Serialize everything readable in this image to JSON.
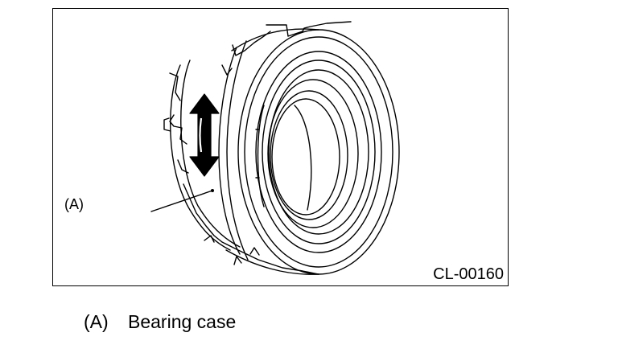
{
  "figure": {
    "code": "CL-00160",
    "callout": {
      "key": "(A)"
    }
  },
  "legend": {
    "items": [
      {
        "key": "(A)",
        "label": "Bearing case"
      }
    ]
  },
  "colors": {
    "line": "#000000",
    "background": "#ffffff",
    "arrow_fill": "#000000"
  },
  "icons": {
    "arrow": "double-headed-arrow-icon"
  }
}
